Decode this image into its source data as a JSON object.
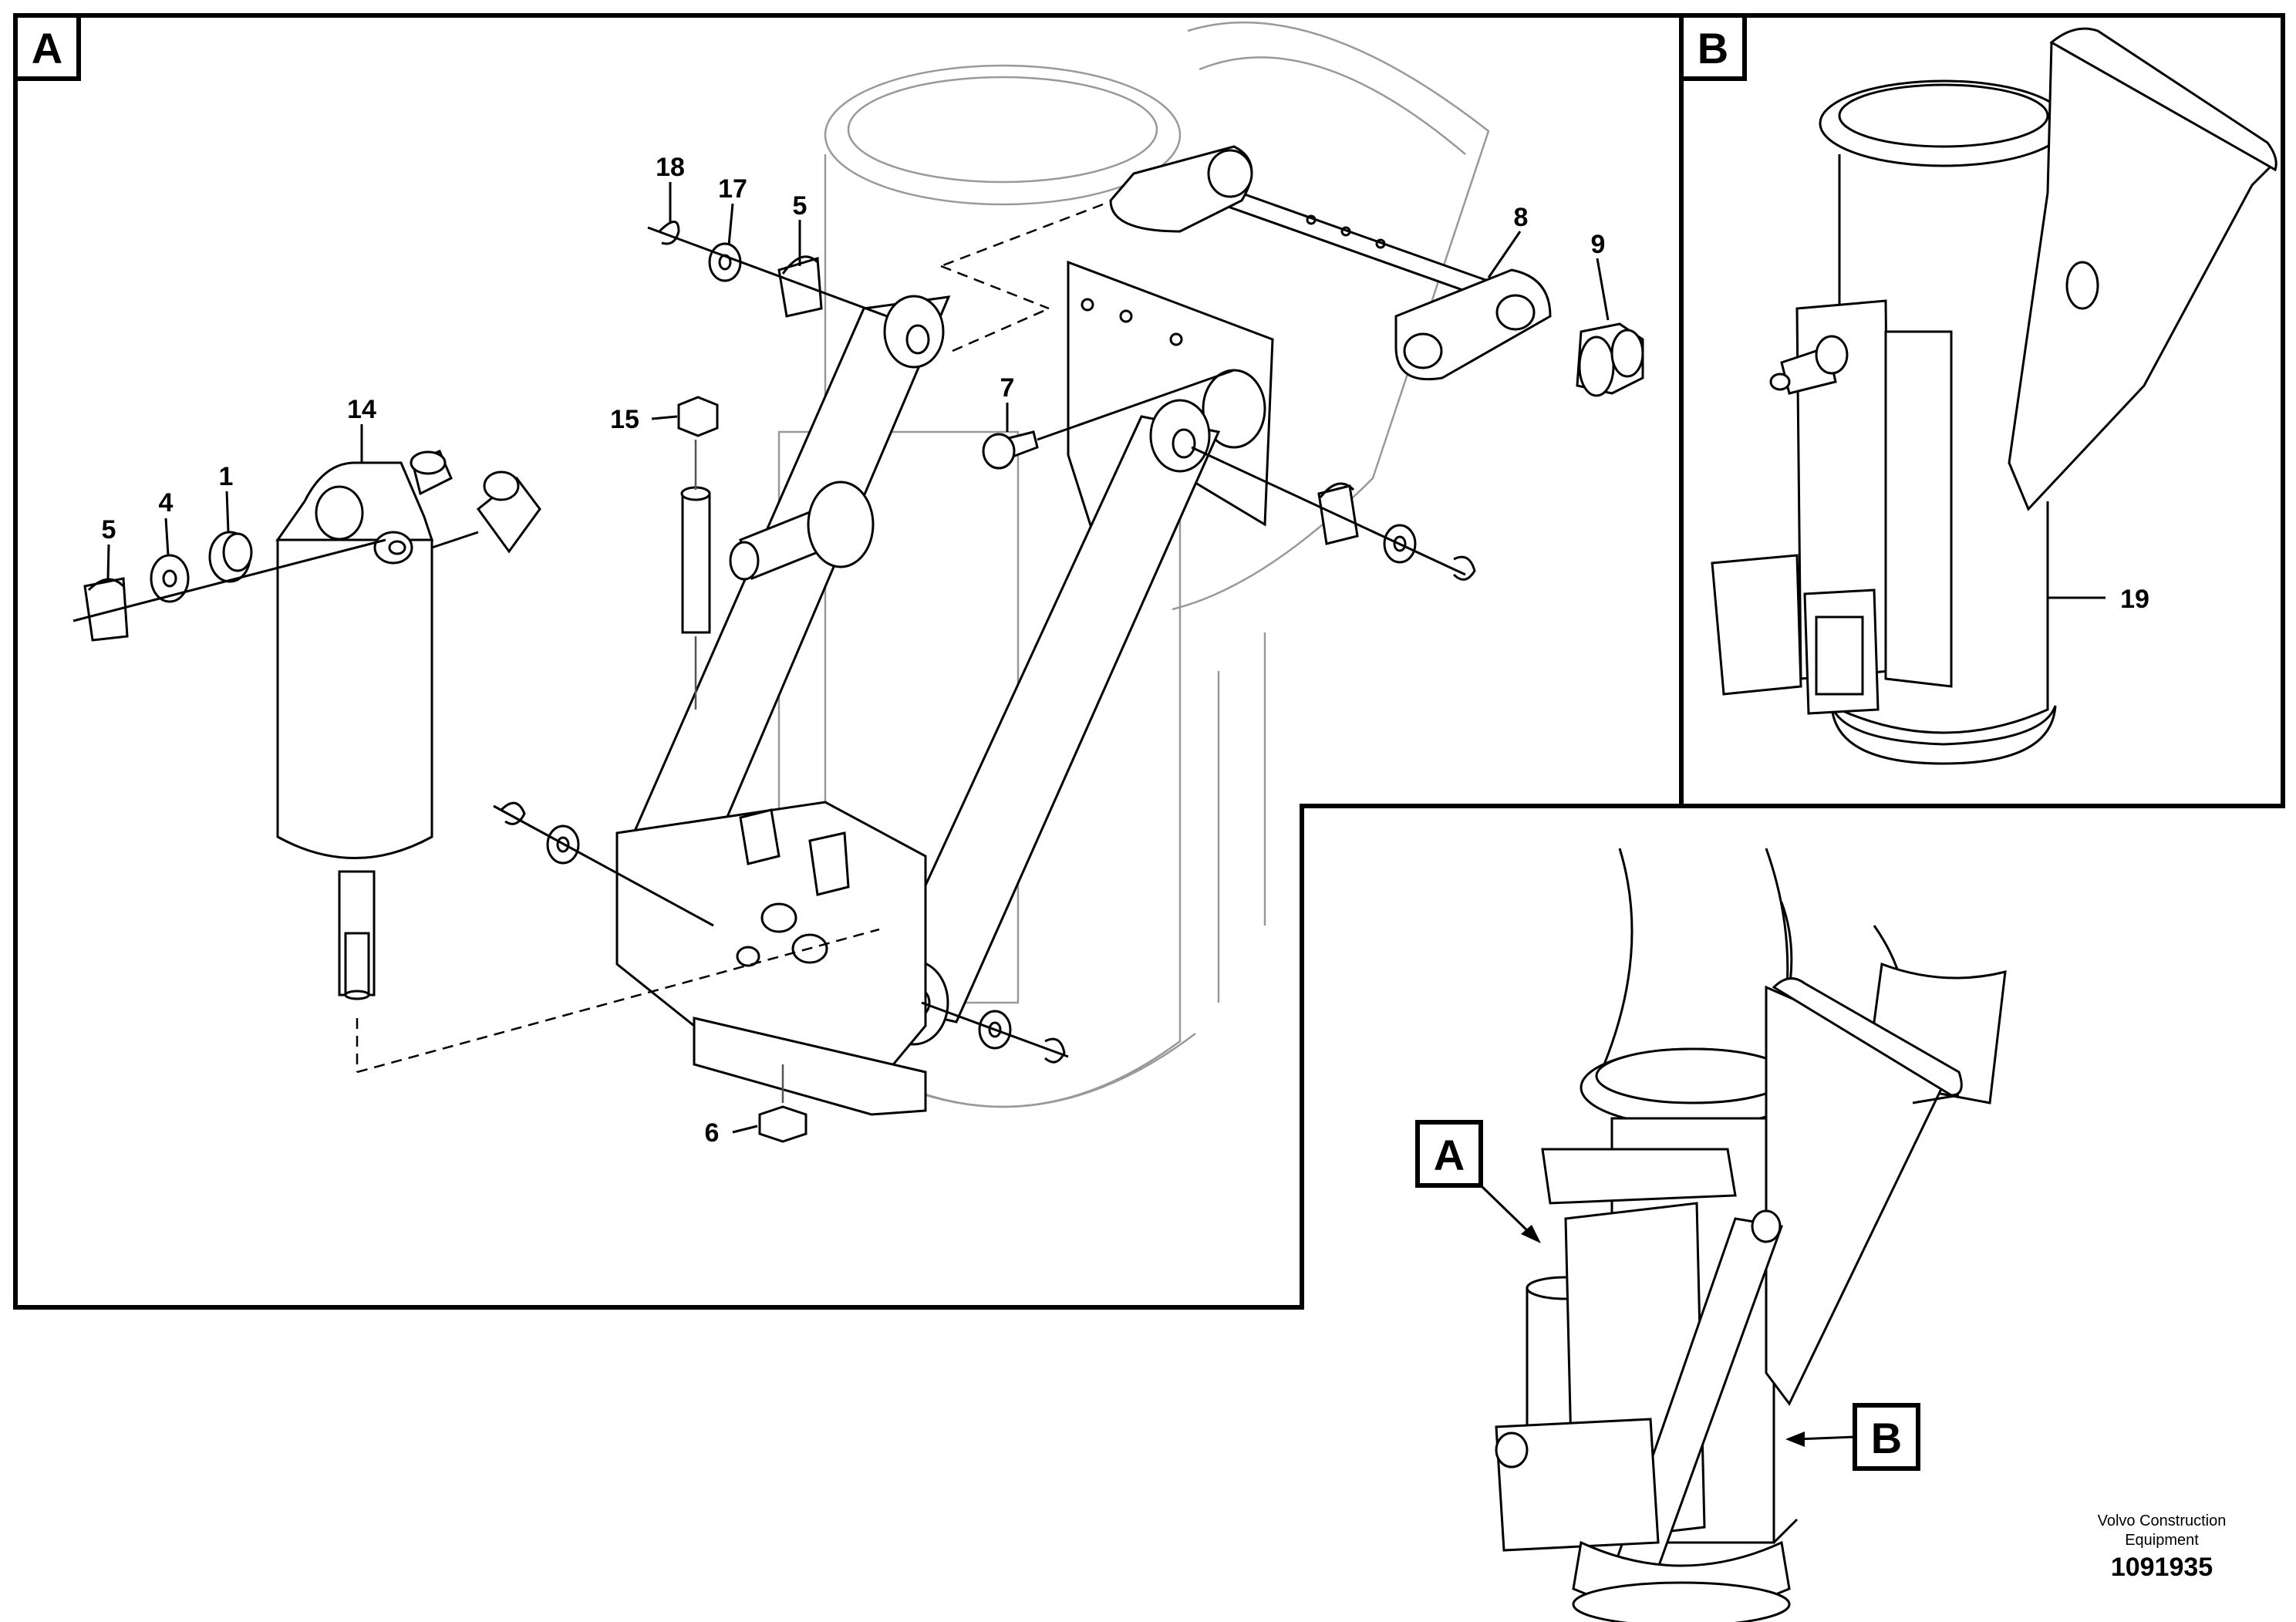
{
  "panels": {
    "a": {
      "label": "A"
    },
    "b": {
      "label": "B"
    },
    "overview": {
      "label_a": "A",
      "label_b": "B"
    }
  },
  "callouts": {
    "c18": "18",
    "c17": "17",
    "c5_top": "5",
    "c8": "8",
    "c9": "9",
    "c14": "14",
    "c15": "15",
    "c7": "7",
    "c5_left": "5",
    "c4": "4",
    "c1": "1",
    "c6": "6",
    "c19": "19"
  },
  "footer": {
    "brand_line1": "Volvo Construction",
    "brand_line2": "Equipment",
    "document_number": "1091935"
  }
}
